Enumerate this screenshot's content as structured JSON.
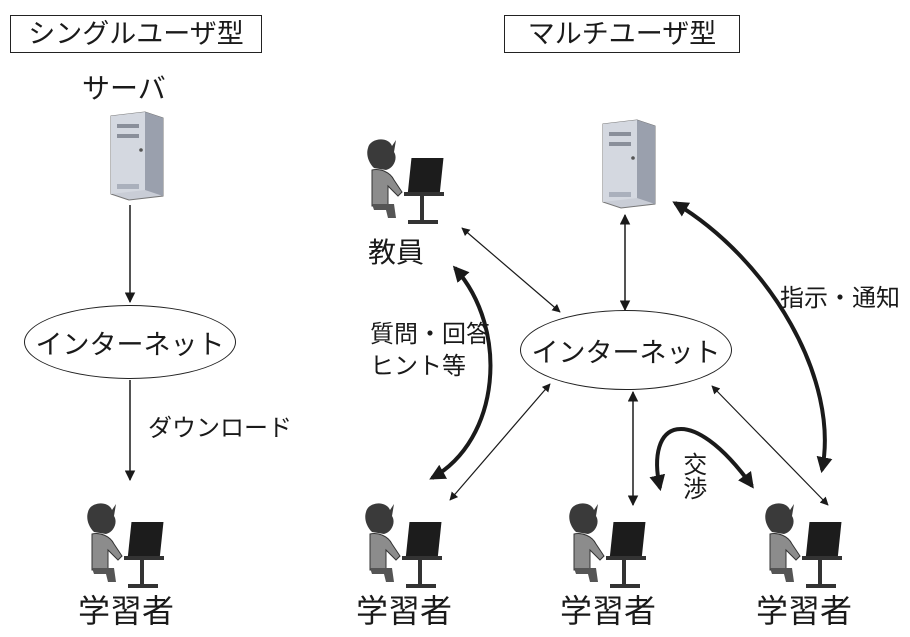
{
  "single": {
    "title": "シングルユーザ型",
    "server_label": "サーバ",
    "internet_label": "インターネット",
    "download_label": "ダウンロード",
    "learner_label": "学習者"
  },
  "multi": {
    "title": "マルチユーザ型",
    "teacher_label": "教員",
    "internet_label": "インターネット",
    "question_label_1": "質問・回答",
    "question_label_2": "ヒント等",
    "instruction_label": "指示・通知",
    "negotiation_label": "交渉",
    "learners": [
      "学習者",
      "学習者",
      "学習者"
    ]
  },
  "icons": [
    "server-icon",
    "person-at-computer-icon"
  ],
  "colors": {
    "line": "#1a1a1a",
    "server_body": "#c9cdd6",
    "server_shade": "#9aa0ad"
  }
}
